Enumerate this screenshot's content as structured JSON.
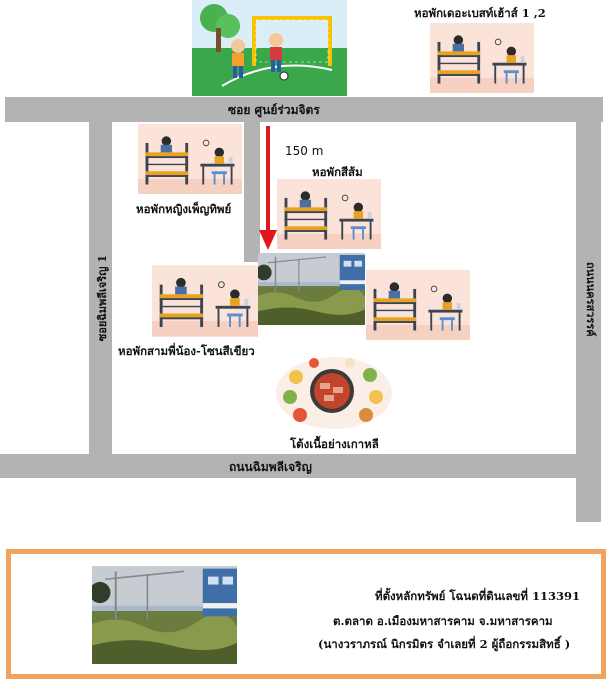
{
  "roads": {
    "soi_top": "ซอย ศูนย์ร่วมจิตร",
    "left_soi": "ซอยฉิมพลีเจริญ 1",
    "bottom_road": "ถนนฉิมพลีเจริญ",
    "right_road": "ถนนนครสวรรค์"
  },
  "places": {
    "top_right_dorm": "หอพักเดอะเบสท์เฮ้าส์ 1 ,2",
    "girls_dorm": "หอพักหญิงเพ็ญทิพย์",
    "orange_dorm": "หอพักสีส้ม",
    "green_dorm": "หอพักสามพี่น้อง-โซนสีเขียว",
    "bbq": "โต้งเนื้อย่างเกาหลี"
  },
  "distance": "150 m",
  "info": {
    "line1": "ที่ตั้งหลักทรัพย์ โฉนดที่ดินเลขที่ 113391",
    "line2": "ต.ตลาด อ.เมืองมหาสารคาม จ.มหาสารคาม",
    "line3": "(นางวราภรณ์ นิกรมิตร จำเลยที่ 2 ผู้ถือกรรมสิทธิ์ )"
  },
  "colors": {
    "road": "#b3b3b3",
    "arrow": "#e0171b",
    "border": "#f0a35e"
  }
}
